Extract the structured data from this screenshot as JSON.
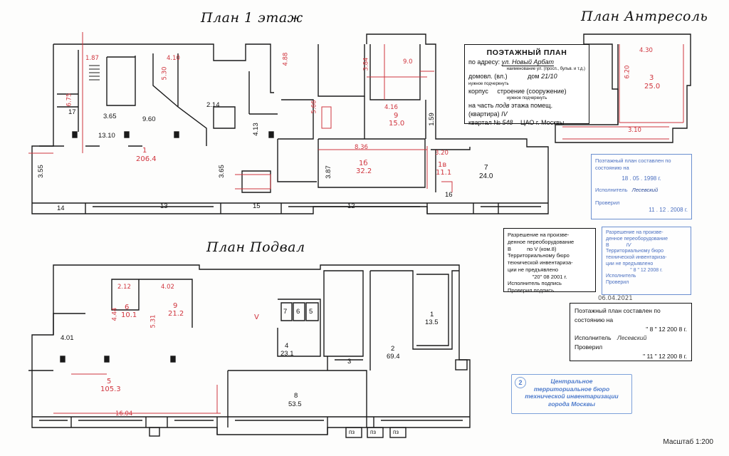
{
  "titles": {
    "floor1": "План 1 этаж",
    "mezzanine": "План Антресоль",
    "basement": "План Подвал"
  },
  "floor_plan_form": {
    "title": "ПОЭТАЖНЫЙ ПЛАН",
    "address_label": "по адресу:",
    "address_value": "ул. Новый Арбат",
    "address_hint": "наименование ул. (просп., бульв. и т.д.)",
    "house_label": "домовл. (вл.)",
    "house_value": "21/10",
    "house_hint": "нужное подчеркнуть",
    "dom_label": "дом",
    "korpus_label": "корпус",
    "stroenie_label": "строение (сооружение)",
    "stroenie_hint": "нужное подчеркнуть",
    "part_label": "на часть",
    "part_value": "подв",
    "floor_label": "этажа помещ. (квартира)",
    "floor_value": "IV",
    "kvartal_label": "квартал №",
    "kvartal_value": "548",
    "ao_value": "ЦАО г. Москвы"
  },
  "stamp_top": {
    "line1": "Поэтажный план составлен по состоянию на",
    "date": "18 . 05 . 1998 г.",
    "executor_label": "Исполнитель",
    "executor_sign": "Лесевский",
    "checked_label": "Проверил",
    "checked_date": "11 . 12 . 2008 г."
  },
  "permit_box": {
    "line1": "Разрешение на произве-",
    "line2": "денное переоборудование",
    "line3": "В",
    "line3b": "по V (ком.8)",
    "line4": "Территориальному бюро",
    "line5": "технической инвентариза-",
    "line6": "ции не предъявлено",
    "date": "\"20\" 08 2001 г.",
    "executor": "Исполнитель подпись",
    "checked": "Проверил подпись"
  },
  "permit_stamp_blue": {
    "line1": "Разрешение на произве-",
    "line2": "денное переоборудование",
    "line3": "В",
    "line3b": "IV",
    "line4": "Территориальному бюро",
    "line5": "технической инвентариза-",
    "line6": "ции не предъявлено",
    "date": "\" 8 \" 12 2008 г.",
    "executor": "Исполнитель",
    "checked": "Проверил"
  },
  "stamp_bottom": {
    "ref": "06.04.2021",
    "line1": "Поэтажный план составлен по состоянию на",
    "date": "\" 8 \" 12 200 8 г.",
    "executor_label": "Исполнитель",
    "executor_sign": "Лесевский",
    "checked_label": "Проверил",
    "checked_date": "\" 11 \" 12 200 8 г."
  },
  "bureau_stamp": {
    "number": "2",
    "line1": "Центральное",
    "line2": "территориальное бюро",
    "line3": "технической инвентаризации",
    "line4": "города Москвы"
  },
  "scale": "Масштаб 1:200",
  "floor1_labels": {
    "room1_num": "1",
    "room1_area": "206.4",
    "d_187": "1.87",
    "d_410": "4.10",
    "d_488": "4.88",
    "d_530": "5.30",
    "d_675": "6.75",
    "d_365a": "3.65",
    "d_960": "9.60",
    "d_1310": "13.10",
    "d_214": "2.14",
    "d_413": "4.13",
    "d_566": "5.66",
    "d_355": "3.55",
    "d_365b": "3.65",
    "d_387": "3.87",
    "d_384": "3.84",
    "d_90": "9.0",
    "d_416": "4.16",
    "room9_num": "9",
    "room9_area": "15.0",
    "d_159": "1.59",
    "d_836": "8.36",
    "room1b_num": "1б",
    "room1b_area": "32.2",
    "room1c_num": "1в",
    "room1c_area": "11.1",
    "d_320": "3.20",
    "room7_num": "7",
    "room7_area": "24.0",
    "w14": "14",
    "w13": "13",
    "w15": "15",
    "w12": "12",
    "w16": "16",
    "w17": "17"
  },
  "mezz_labels": {
    "d_430": "4.30",
    "room3_num": "3",
    "room3_area": "25.0",
    "d_620": "6.20",
    "d_310": "3.10"
  },
  "basement_labels": {
    "d_212": "2.12",
    "d_402": "4.02",
    "d_444": "4.44",
    "room6_num": "6",
    "room6_area": "10.1",
    "room9_num": "9",
    "room9_area": "21.2",
    "d_531": "5.31",
    "d_401": "4.01",
    "room5_num": "5",
    "room5_area": "105.3",
    "d_1604": "16.04",
    "v_mark": "V",
    "r7": "7",
    "r6": "6",
    "r5": "5",
    "room4_num": "4",
    "room4_area": "23.1",
    "room3_num": "3",
    "room2_num": "2",
    "room2_area": "69.4",
    "room1_num": "1",
    "room1_area": "13.5",
    "room8_num": "8",
    "room8_area": "53.5",
    "pz1": "пз",
    "pz2": "пз",
    "pz3": "пз"
  }
}
